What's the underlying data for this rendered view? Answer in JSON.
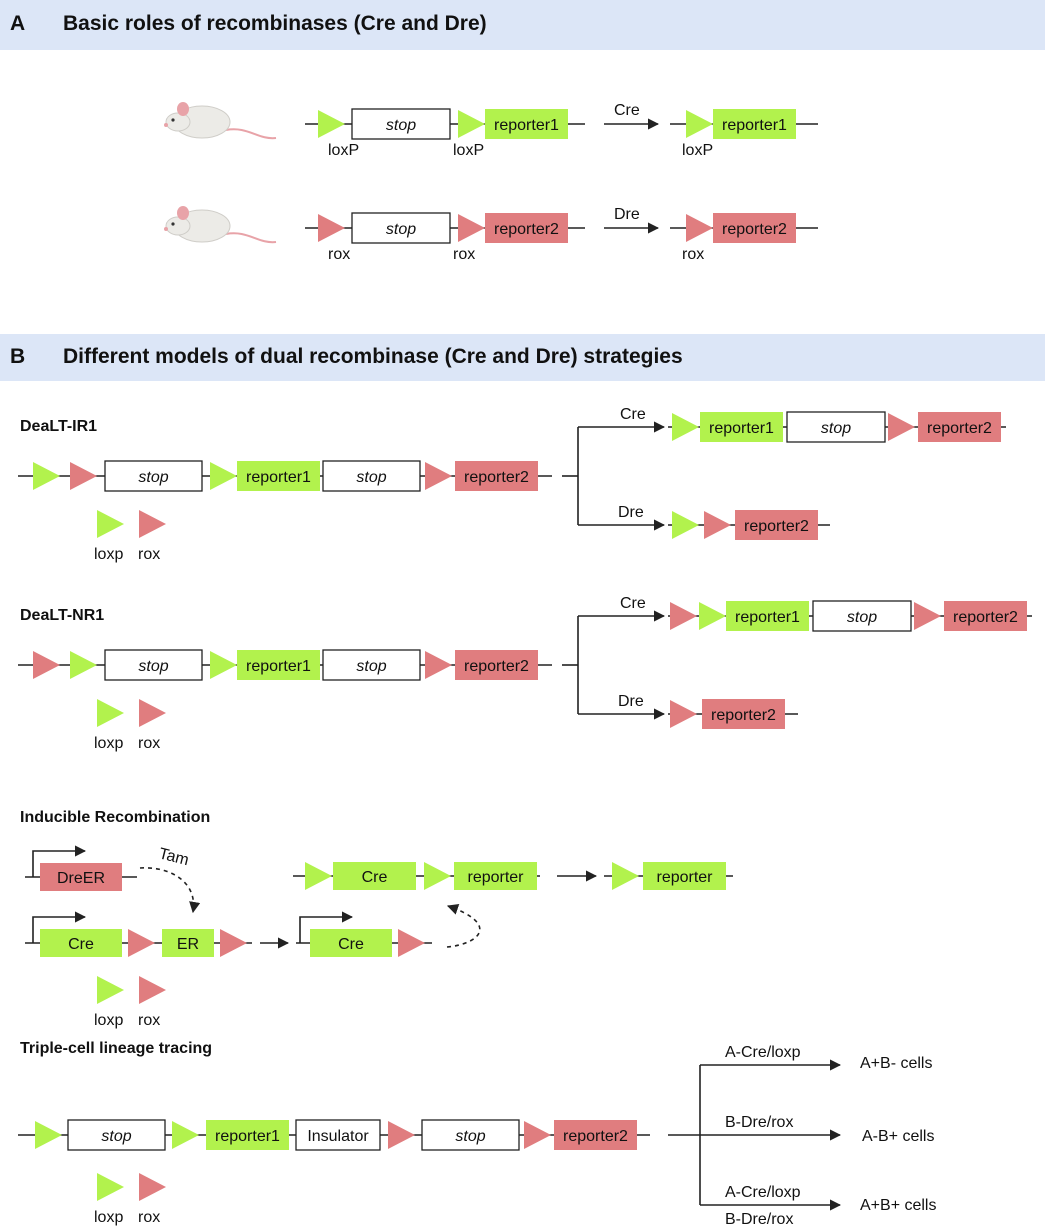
{
  "panel_a": {
    "letter": "A",
    "title": "Basic roles of recombinases (Cre and Dre)",
    "cre_arrow": "Cre",
    "dre_arrow": "Dre",
    "loxp_site": "loxP",
    "rox_site": "rox",
    "stop": "stop",
    "reporter1": "reporter1",
    "reporter2": "reporter2"
  },
  "panel_b": {
    "letter": "B",
    "title": "Different models of dual recombinase (Cre and Dre) strategies",
    "ir1": {
      "label": "DeaLT-IR1",
      "stop": "stop",
      "reporter1": "reporter1",
      "reporter2": "reporter2",
      "cre": "Cre",
      "dre": "Dre",
      "legend_loxp": "loxp",
      "legend_rox": "rox"
    },
    "nr1": {
      "label": "DeaLT-NR1",
      "stop": "stop",
      "reporter1": "reporter1",
      "reporter2": "reporter2",
      "cre": "Cre",
      "dre": "Dre",
      "legend_loxp": "loxp",
      "legend_rox": "rox"
    },
    "inducible": {
      "label": "Inducible Recombination",
      "dreer": "DreER",
      "tam": "Tam",
      "cre": "Cre",
      "er": "ER",
      "reporter": "reporter",
      "legend_loxp": "loxp",
      "legend_rox": "rox"
    },
    "triple": {
      "label": "Triple-cell lineage tracing",
      "stop": "stop",
      "reporter1": "reporter1",
      "insulator": "Insulator",
      "reporter2": "reporter2",
      "branch1": "A-Cre/loxp",
      "branch2": "B-Dre/rox",
      "branch3_top": "A-Cre/loxp",
      "branch3_bottom": "B-Dre/rox",
      "out1": "A+B- cells",
      "out2": "A-B+ cells",
      "out3": "A+B+ cells",
      "legend_loxp": "loxp",
      "legend_rox": "rox"
    }
  },
  "colors": {
    "green": "#b2f24d",
    "red": "#e07d7f",
    "header_bg": "#dce6f7",
    "mouse_body": "#ecebe7",
    "mouse_pink": "#e8a3a8"
  },
  "icons": [
    "mouse-icon",
    "loxp-triangle-icon",
    "rox-triangle-icon",
    "promoter-arrow-icon"
  ]
}
